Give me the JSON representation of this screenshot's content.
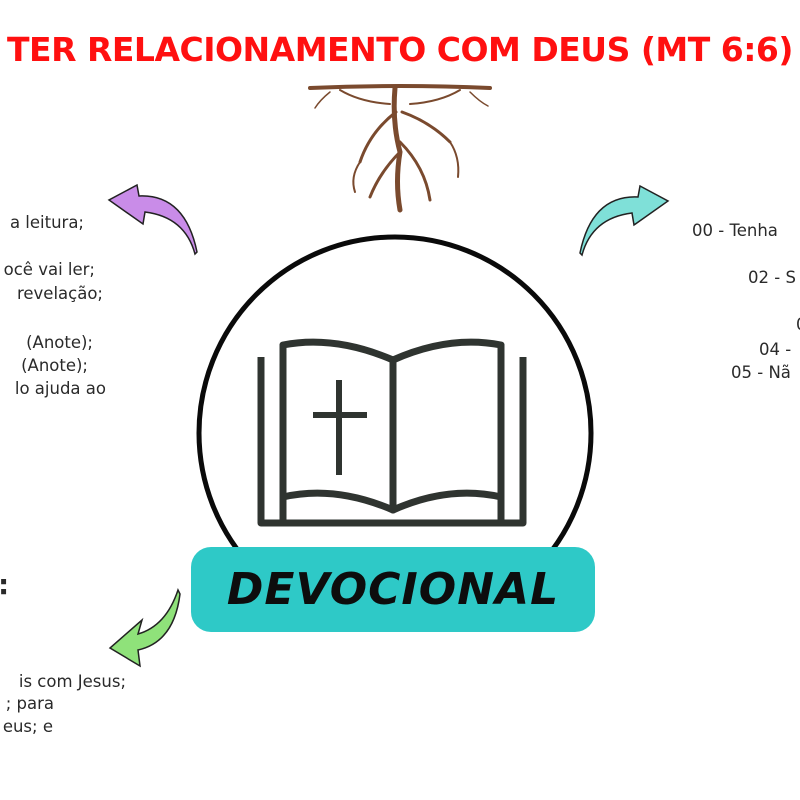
{
  "title": "TER RELACIONAMENTO COM DEUS (MT 6:6)",
  "center_label": "DEVOCIONAL",
  "left_top_lines": [
    "a leitura;",
    "ocê vai ler;",
    "revelação;",
    "(Anote);",
    "(Anote);",
    "lo ajuda ao"
  ],
  "left_bottom_heading": ":",
  "left_bottom_lines": [
    "is com Jesus;",
    "; para",
    "eus; e"
  ],
  "right_lines": [
    "00 - Tenha",
    "02 - S",
    "0",
    "04 -",
    "05 - Nã"
  ],
  "colors": {
    "title": "#ff1010",
    "label_bg": "#2ec9c7",
    "arrow_left": "#c98ce8",
    "arrow_right": "#7fe0d8",
    "arrow_bottom": "#8fe27a",
    "roots": "#7a4a2e"
  },
  "icons": [
    "roots-icon",
    "bible-icon",
    "arrow-purple-icon",
    "arrow-teal-icon",
    "arrow-green-icon"
  ]
}
